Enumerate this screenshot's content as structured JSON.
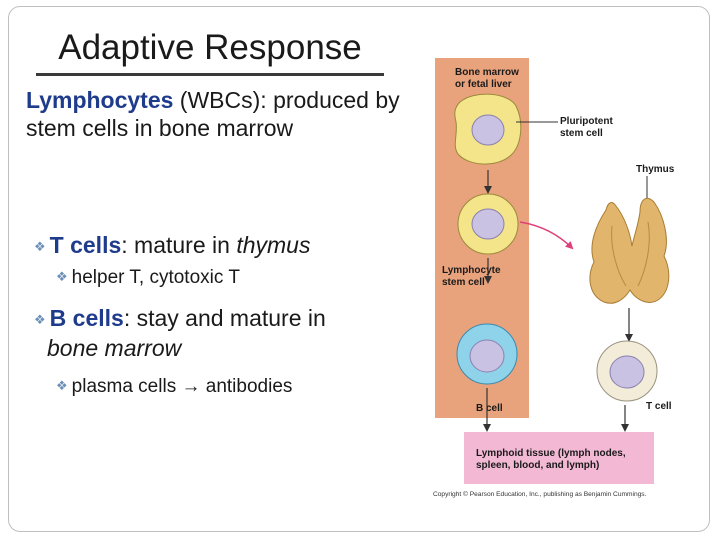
{
  "slide": {
    "title": "Adaptive Response",
    "lymphocytes_term": "Lymphocytes",
    "lymphocytes_rest": " (WBCs): produced by stem cells in bone marrow",
    "bullets": {
      "t_term": "T cells",
      "t_colon": ":",
      "t_text": " mature in ",
      "t_place": "thymus",
      "t_sub": "helper T, cytotoxic T",
      "b_term": "B cells",
      "b_colon": ":",
      "b_text": " stay and mature in",
      "b_place": "bone marrow",
      "b_sub_1": "plasma cells ",
      "b_sub_arrow": "→",
      "b_sub_2": " antibodies"
    }
  },
  "figure": {
    "bone_marrow_line1": "Bone marrow",
    "bone_marrow_line2": "or fetal liver",
    "pluripotent_line1": "Pluripotent",
    "pluripotent_line2": "stem cell",
    "thymus": "Thymus",
    "lymphocyte_line1": "Lymphocyte",
    "lymphocyte_line2": "stem cell",
    "b_cell": "B cell",
    "t_cell": "T cell",
    "lymphoid_line1": "Lymphoid tissue (lymph nodes,",
    "lymphoid_line2": "spleen, blood, and lymph)",
    "copyright": "Copyright © Pearson Education, Inc., publishing as Benjamin Cummings."
  },
  "colors": {
    "accent_text": "#1f3b8c",
    "marrow_column": "#e8a27c",
    "lymphoid_box": "#f2b8d4",
    "stem_cell": "#f4e58a",
    "b_cell": "#8fd3ea",
    "t_cell": "#f2ecd8",
    "nucleus": "#c9c2e2",
    "thymus": "#e2b56c"
  }
}
